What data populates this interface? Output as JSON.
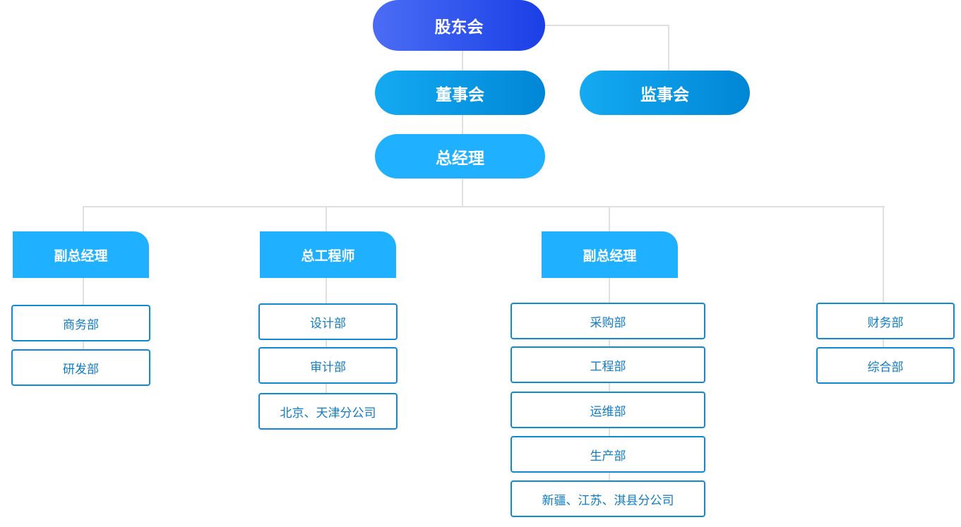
{
  "chart": {
    "shareholders": "股东会",
    "board": "董事会",
    "supervisors": "监事会",
    "general_manager": "总经理",
    "branches": [
      {
        "title": "副总经理",
        "units": [
          "商务部",
          "研发部"
        ]
      },
      {
        "title": "总工程师",
        "units": [
          "设计部",
          "审计部",
          "北京、天津分公司"
        ]
      },
      {
        "title": "副总经理",
        "units": [
          "采购部",
          "工程部",
          "运维部",
          "生产部",
          "新疆、江苏、淇县分公司"
        ]
      },
      {
        "title": "",
        "units": [
          "财务部",
          "综合部"
        ]
      }
    ]
  }
}
